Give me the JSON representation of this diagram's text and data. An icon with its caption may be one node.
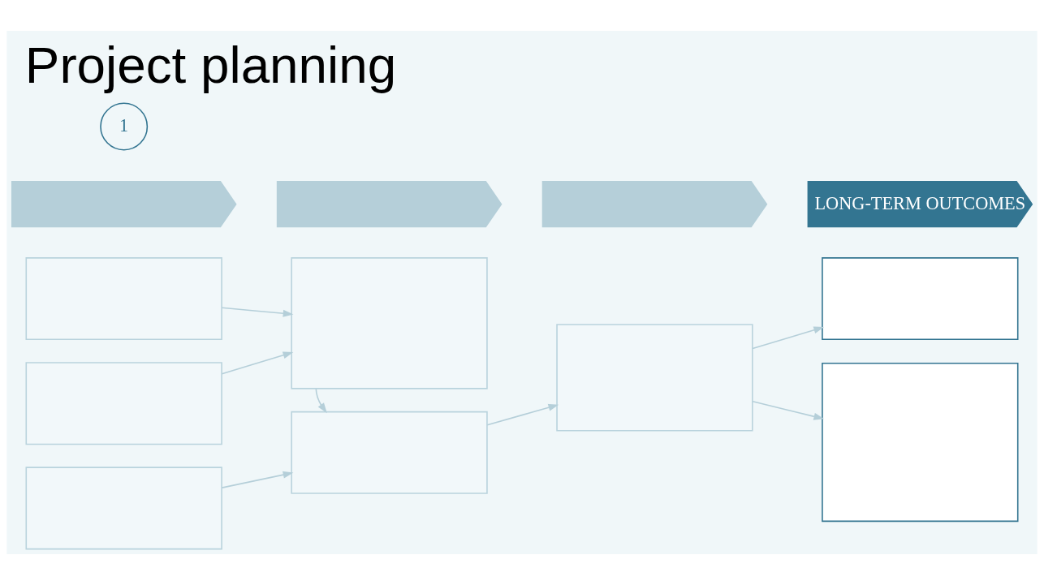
{
  "diagram": {
    "title": "Project planning",
    "nodes": [
      {
        "text": [
          "1"
        ]
      },
      {
        "text": [],
        "shape": "chevron"
      },
      {
        "text": [],
        "shape": "chevron"
      },
      {
        "text": [],
        "shape": "chevron"
      },
      {
        "text": [
          "LONG-TERM OUTCOMES"
        ]
      },
      {
        "text": [],
        "shape": "box"
      },
      {
        "text": [],
        "shape": "box"
      },
      {
        "text": [],
        "shape": "box"
      },
      {
        "text": [],
        "shape": "box"
      },
      {
        "text": [],
        "shape": "box"
      },
      {
        "text": [],
        "shape": "box"
      },
      {
        "text": [],
        "shape": "box"
      },
      {
        "text": [],
        "shape": "box"
      }
    ],
    "edges": [
      {
        "from": 5,
        "to": 8,
        "arrow": "to"
      },
      {
        "from": 6,
        "to": 8,
        "arrow": "to"
      },
      {
        "from": 8,
        "to": 9,
        "arrow": "to"
      },
      {
        "from": 7,
        "to": 9,
        "arrow": "to"
      },
      {
        "from": 9,
        "to": 10,
        "arrow": "to"
      },
      {
        "from": 10,
        "to": 11,
        "arrow": "to"
      },
      {
        "from": 10,
        "to": 12,
        "arrow": "to"
      }
    ]
  }
}
